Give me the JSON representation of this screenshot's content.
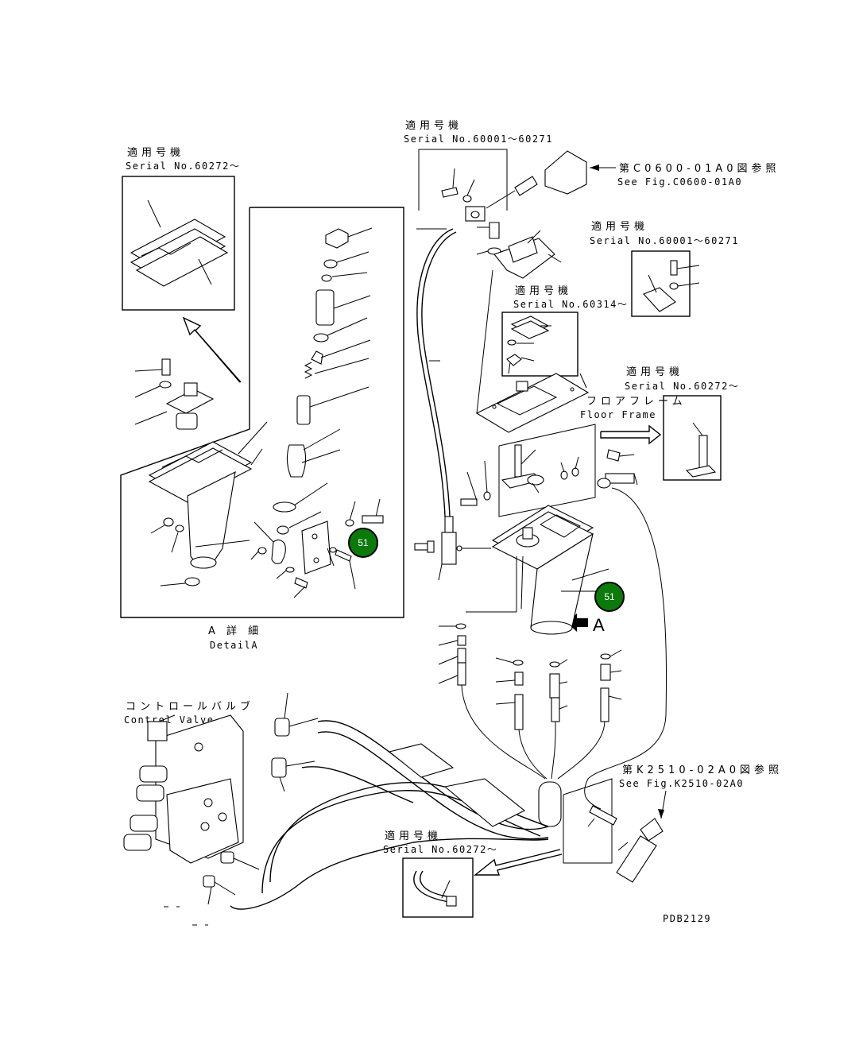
{
  "diagram_code": "PDB2129",
  "callout_color": "#0b7a0b",
  "callouts": [
    {
      "label": "51"
    },
    {
      "label": "51"
    }
  ],
  "labels": {
    "serial_60001_60271_top": {
      "jp": "適用号機",
      "en": "Serial No.60001〜60271"
    },
    "serial_60272_topleft": {
      "jp": "適用号機",
      "en": "Serial No.60272〜"
    },
    "ref_c0600": {
      "jp": "第C0600-01A0図参照",
      "en": "See Fig.C0600-01A0"
    },
    "serial_60001_60271_right": {
      "jp": "適用号機",
      "en": "Serial No.60001〜60271"
    },
    "serial_60314": {
      "jp": "適用号機",
      "en": "Serial No.60314〜"
    },
    "serial_60272_right": {
      "jp": "適用号機",
      "en": "Serial No.60272〜"
    },
    "floor_frame": {
      "jp": "フロアフレーム",
      "en": "Floor Frame"
    },
    "detail_a": {
      "jp": "A 詳 細",
      "en": "DetailA"
    },
    "view_a": "A",
    "control_valve": {
      "jp": "コントロールバルブ",
      "en": "Control Valve"
    },
    "ref_k2510": {
      "jp": "第K2510-02A0図参照",
      "en": "See Fig.K2510-02A0"
    },
    "serial_60272_bottom": {
      "jp": "適用号機",
      "en": "Serial No.60272〜"
    }
  }
}
